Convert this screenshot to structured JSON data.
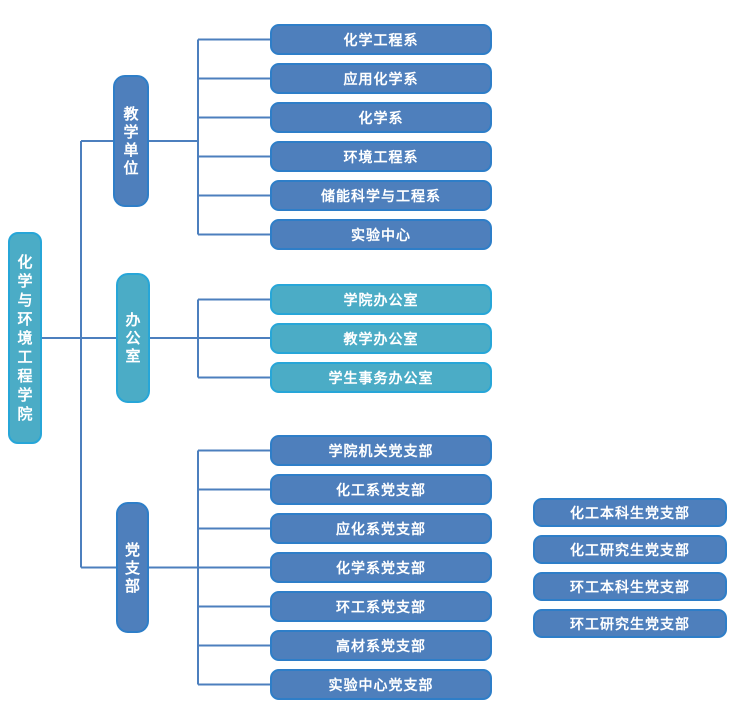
{
  "colors": {
    "blue_fill": "#4E7FBC",
    "blue_border": "#2E7EC8",
    "teal_fill": "#4BACC6",
    "teal_border": "#27A6D8",
    "connector": "#4C7FBE",
    "text": "#FFFFFF",
    "background": "#FFFFFF"
  },
  "root": {
    "label": "化学与环境工程学院"
  },
  "branches": [
    {
      "label": "教学单位",
      "children": [
        "化学工程系",
        "应用化学系",
        "化学系",
        "环境工程系",
        "储能科学与工程系",
        "实验中心"
      ]
    },
    {
      "label": "办公室",
      "children": [
        "学院办公室",
        "教学办公室",
        "学生事务办公室"
      ]
    },
    {
      "label": "党支部",
      "children": [
        "学院机关党支部",
        "化工系党支部",
        "应化系党支部",
        "化学系党支部",
        "环工系党支部",
        "高材系党支部",
        "实验中心党支部"
      ]
    }
  ],
  "standalone_nodes": [
    "化工本科生党支部",
    "化工研究生党支部",
    "环工本科生党支部",
    "环工研究生党支部"
  ]
}
